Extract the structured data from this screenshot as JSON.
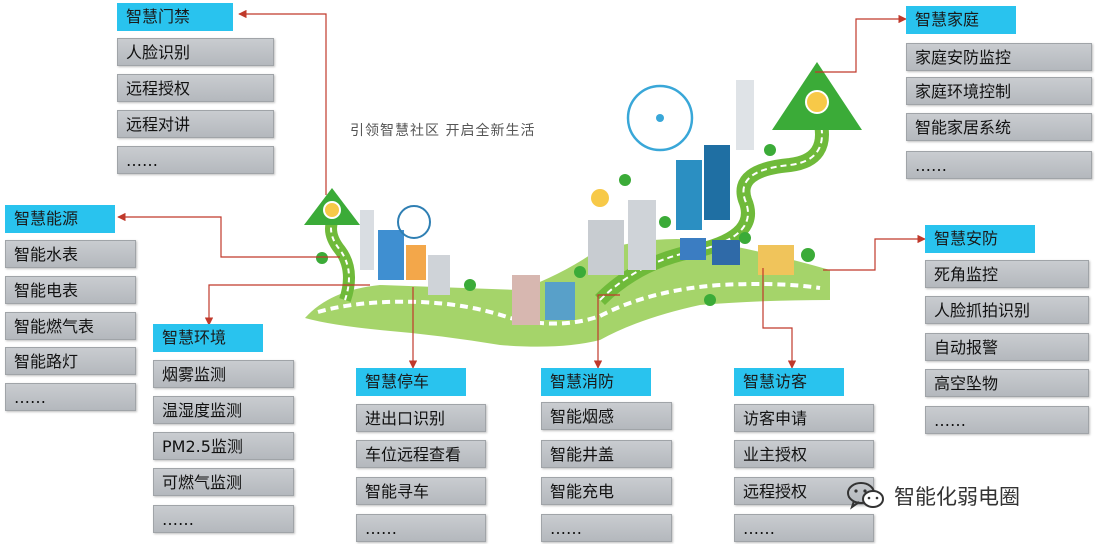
{
  "slogan": "引领智慧社区  开启全新生活",
  "watermark": "智能化弱电圈",
  "colors": {
    "header": "#29c3ee",
    "connector": "#c0392b",
    "item": "#bfc2c6",
    "road": "#8bc34a"
  },
  "groups": [
    {
      "key": "door",
      "title": "智慧门禁",
      "items": [
        "人脸识别",
        "远程授权",
        "远程对讲",
        "……"
      ]
    },
    {
      "key": "home",
      "title": "智慧家庭",
      "items": [
        "家庭安防监控",
        "家庭环境控制",
        "智能家居系统",
        "……"
      ]
    },
    {
      "key": "energy",
      "title": "智慧能源",
      "items": [
        "智能水表",
        "智能电表",
        "智能燃气表",
        "智能路灯",
        "……"
      ]
    },
    {
      "key": "env",
      "title": "智慧环境",
      "items": [
        "烟雾监测",
        "温湿度监测",
        "PM2.5监测",
        "可燃气监测",
        "……"
      ]
    },
    {
      "key": "park",
      "title": "智慧停车",
      "items": [
        "进出口识别",
        "车位远程查看",
        "智能寻车",
        "……"
      ]
    },
    {
      "key": "fire",
      "title": "智慧消防",
      "items": [
        "智能烟感",
        "智能井盖",
        "智能充电",
        "……"
      ]
    },
    {
      "key": "visitor",
      "title": "智慧访客",
      "items": [
        "访客申请",
        "业主授权",
        "远程授权",
        "……"
      ]
    },
    {
      "key": "safety",
      "title": "智慧安防",
      "items": [
        "死角监控",
        "人脸抓拍识别",
        "自动报警",
        "高空坠物",
        "……"
      ]
    }
  ]
}
